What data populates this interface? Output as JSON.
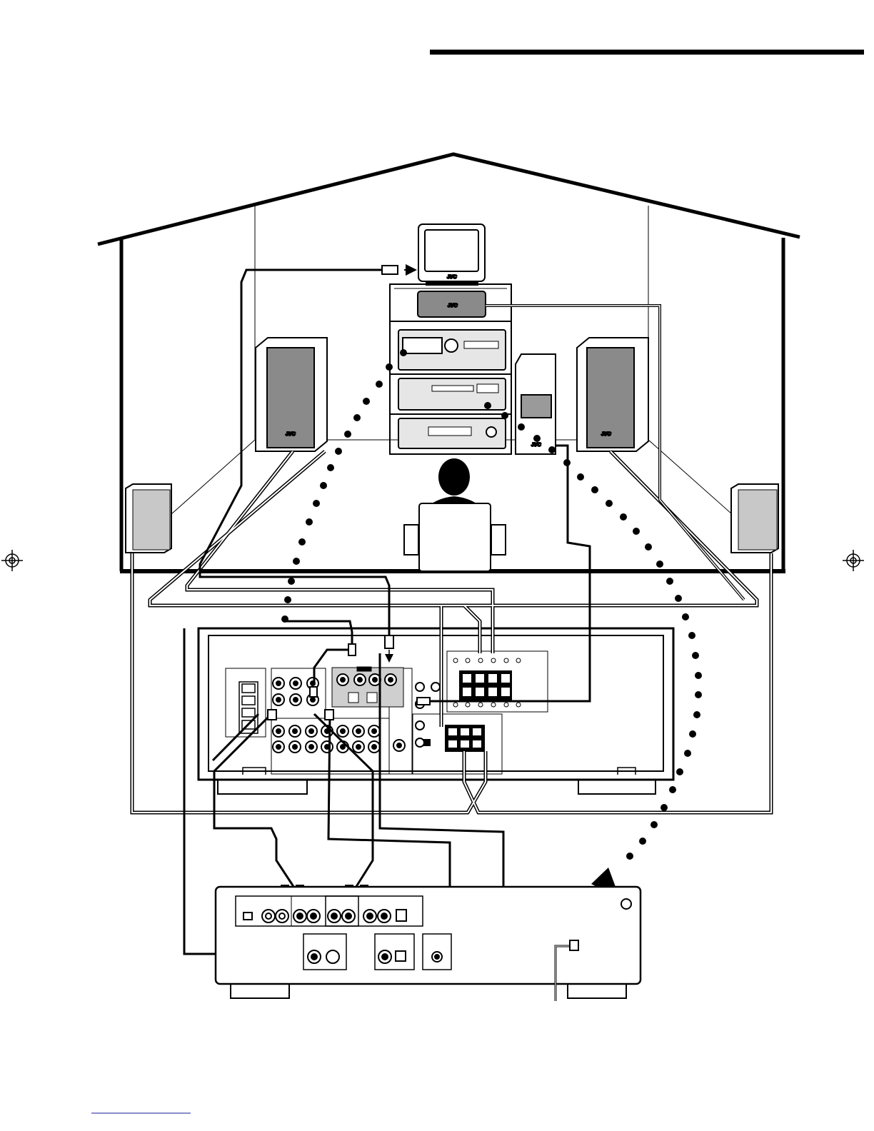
{
  "brand": {
    "logo_text": "JVC"
  },
  "colors": {
    "line": "#000000",
    "device_fill": "#e6e6e6",
    "panel_fill": "#ffffff",
    "speaker_grille": "#c8c8c8",
    "accent_dot": "#000000"
  },
  "icons": {
    "registration_mark": "crosshair-circle",
    "arrow": "down-triangle",
    "person": "listener-silhouette"
  }
}
